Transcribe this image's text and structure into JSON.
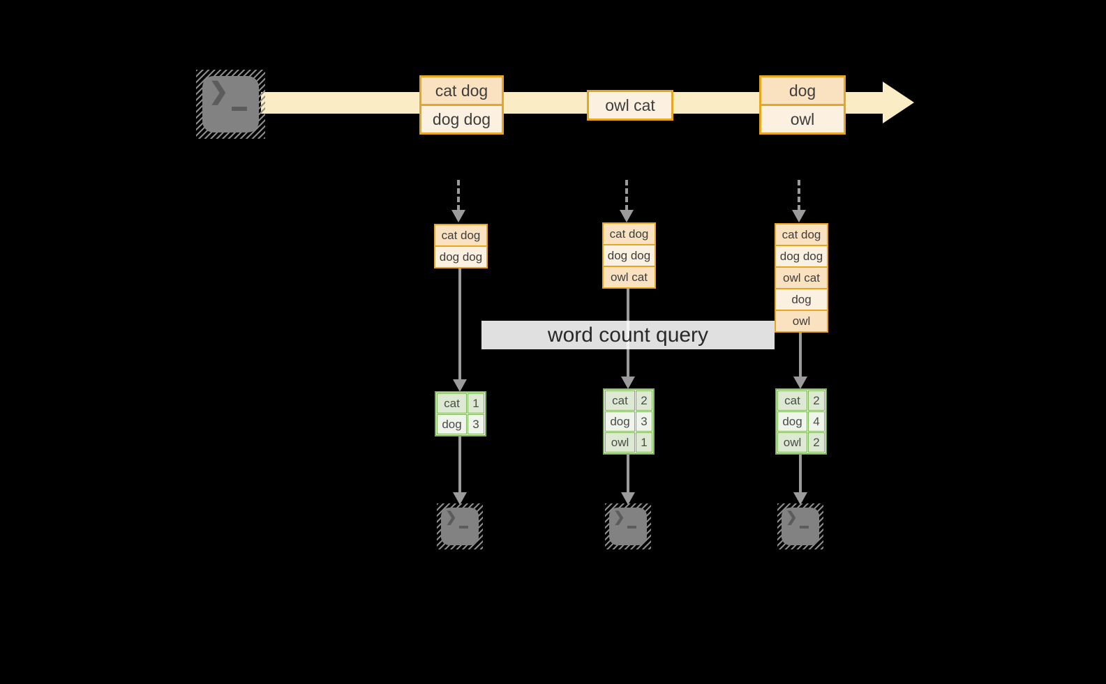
{
  "stream": {
    "boxes": [
      {
        "rows": [
          "cat dog",
          "dog dog"
        ]
      },
      {
        "rows": [
          "owl cat"
        ]
      },
      {
        "rows": [
          "dog",
          "owl"
        ]
      }
    ]
  },
  "query_label": "word count query",
  "pipelines": [
    {
      "state": [
        "cat dog",
        "dog dog"
      ],
      "counts": [
        [
          "cat",
          "1"
        ],
        [
          "dog",
          "3"
        ]
      ]
    },
    {
      "state": [
        "cat dog",
        "dog dog",
        "owl cat"
      ],
      "counts": [
        [
          "cat",
          "2"
        ],
        [
          "dog",
          "3"
        ],
        [
          "owl",
          "1"
        ]
      ]
    },
    {
      "state": [
        "cat dog",
        "dog dog",
        "owl cat",
        "dog",
        "owl"
      ],
      "counts": [
        [
          "cat",
          "2"
        ],
        [
          "dog",
          "4"
        ],
        [
          "owl",
          "2"
        ]
      ]
    }
  ],
  "icons": {
    "source": "terminal-prompt-icon",
    "sinks": [
      "terminal-prompt-icon",
      "terminal-prompt-icon",
      "terminal-prompt-icon"
    ]
  },
  "colors": {
    "background": "#000000",
    "stream_band": "#faedc6",
    "box_border": "#e7a520",
    "box_fill_dark": "#fae2c1",
    "box_fill_light": "#fcf1e0",
    "table_border": "#7cb05a",
    "table_fill_dark": "#dde9d2",
    "table_fill_light": "#eff5ea",
    "arrow_gray": "#9b9b9b",
    "terminal_gray": "#828282",
    "banner_bg": "#ffffff"
  }
}
